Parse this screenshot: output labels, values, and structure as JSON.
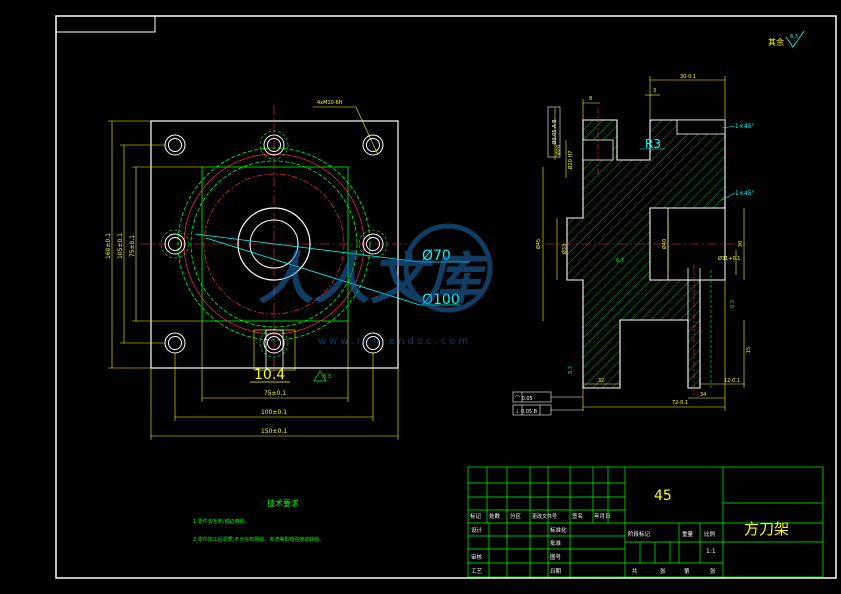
{
  "roughness": {
    "label": "其余",
    "value": "6.3"
  },
  "front_view": {
    "bolt_callout": "4xM10-6H",
    "diameter_labels": [
      "Ø70",
      "Ø100"
    ],
    "slot_width": "10.4",
    "surface_mark": "6.3",
    "vertical_dims": [
      "160±0.1",
      "105±0.1",
      "75±0.1"
    ],
    "horizontal_dims": [
      "75±0.1",
      "100±0.1",
      "150±0.1"
    ]
  },
  "side_view": {
    "chamfers": [
      "1×45°",
      "1×45°"
    ],
    "radius": "R3",
    "top_dims": [
      "30-0.1",
      "3",
      "8"
    ],
    "left_dims": [
      "Ø20",
      "Ø20 H7",
      "Ø45",
      "Ø33"
    ],
    "right_dims": [
      "30",
      "Ø40",
      "Ø31+0.1",
      "15",
      "6.3",
      "6.3",
      "8.3"
    ],
    "bottom_dims": [
      "32",
      "72-0.1",
      "34",
      "12-0.1"
    ],
    "tolerance_frames": [
      "⌒ 0.05",
      "⊥ 0.05 B"
    ],
    "left_tolerance": "Ø0.05 A B"
  },
  "technical_requirements": {
    "title": "技术要求",
    "items": [
      "1.零件去毛刺,锐边倒钝。",
      "2.零件加工后调质,不允许有裂纹、夹渣等影响强度的缺陷。"
    ]
  },
  "title_block": {
    "material": "45",
    "part_name": "方刀架",
    "header_cells": [
      "标记",
      "处数",
      "分区",
      "更改文件号",
      "签名",
      "年月日"
    ],
    "left_labels": [
      "设计",
      "审核",
      "工艺"
    ],
    "mid_labels": [
      "标准化",
      "批准",
      "图号",
      "日期"
    ],
    "stage_headers": [
      "阶段标记",
      "重量",
      "比例"
    ],
    "scale": "1:1",
    "sheet_info": [
      "共",
      "张",
      "第",
      "张"
    ]
  },
  "watermark": {
    "brand": "人人文库",
    "url": "www.renrendoc.com"
  }
}
